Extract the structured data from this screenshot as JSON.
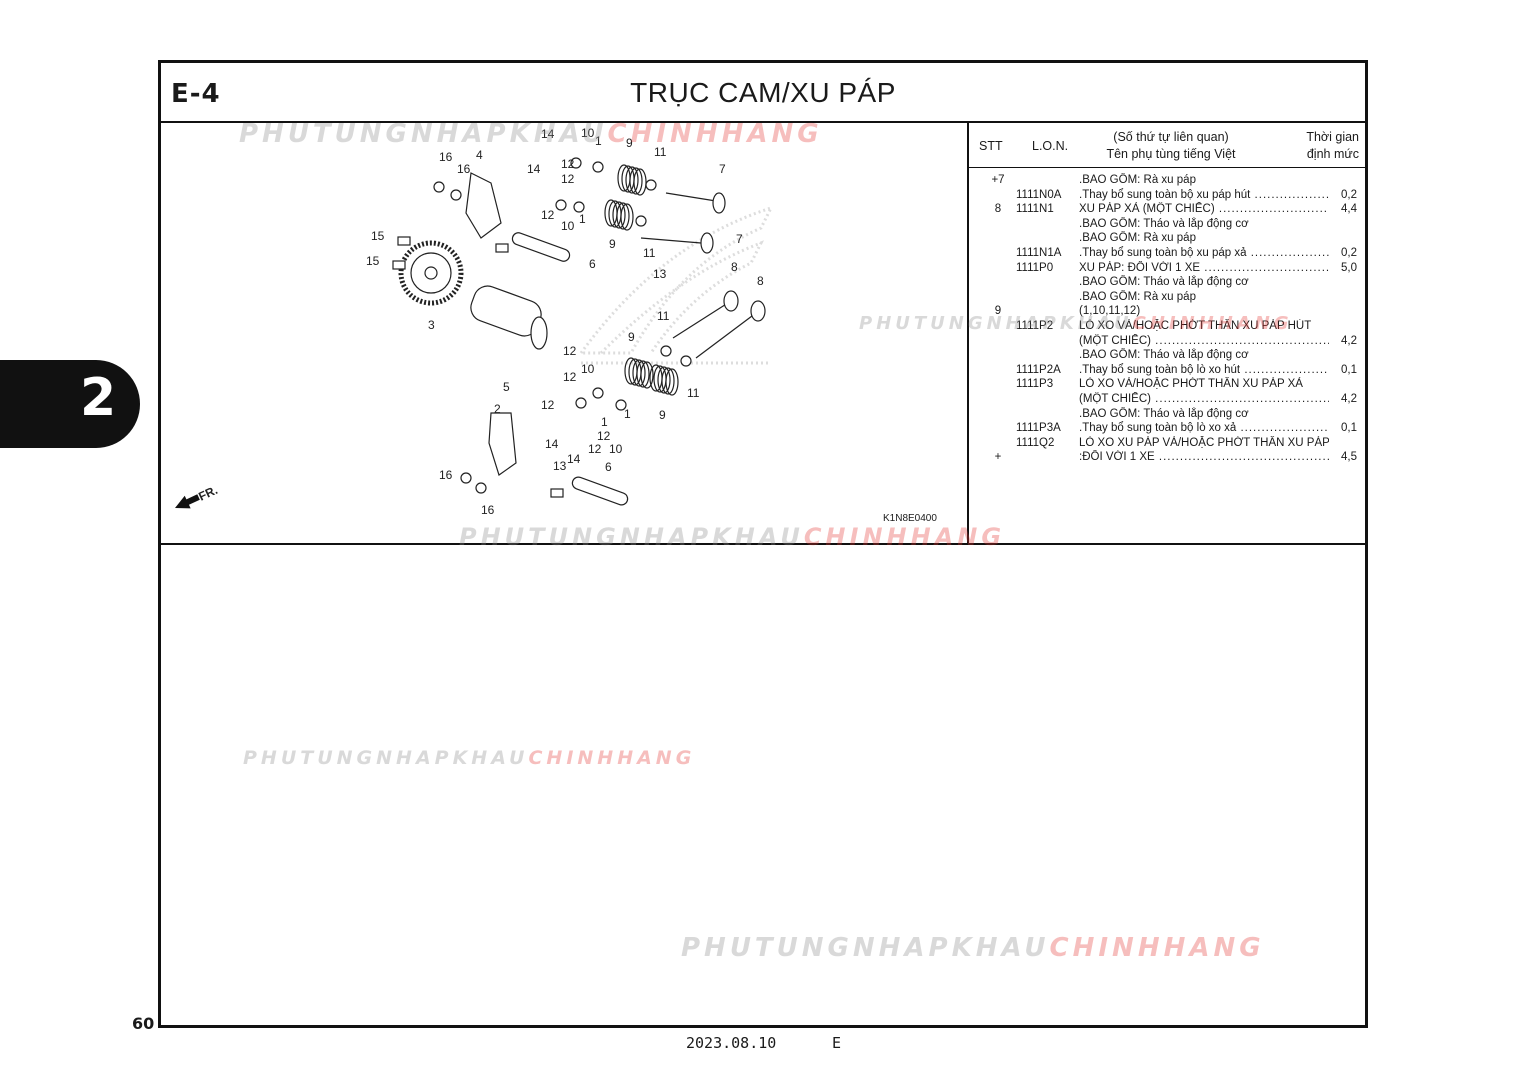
{
  "header": {
    "code": "E-4",
    "title": "TRỤC CAM/XU PÁP"
  },
  "diagram": {
    "drawing_number": "K1N8E0400",
    "front_arrow_label": "FR.",
    "labels": [
      "1",
      "1",
      "1",
      "1",
      "2",
      "3",
      "4",
      "5",
      "6",
      "6",
      "7",
      "7",
      "8",
      "8",
      "9",
      "9",
      "9",
      "9",
      "10",
      "10",
      "10",
      "10",
      "11",
      "11",
      "11",
      "11",
      "12",
      "12",
      "12",
      "12",
      "12",
      "12",
      "12",
      "12",
      "13",
      "13",
      "14",
      "14",
      "14",
      "14",
      "15",
      "15",
      "16",
      "16",
      "16",
      "16"
    ]
  },
  "table": {
    "headers": {
      "stt": "STT",
      "lon": "L.O.N.",
      "mid_line1": "(Số thứ tự liên quan)",
      "mid_line2": "Tên phụ tùng tiếng Việt",
      "time_line1": "Thời gian",
      "time_line2": "định mức"
    },
    "rows": [
      {
        "stt": "+7",
        "lon": "",
        "desc": ".BAO GỒM: Rà xu páp",
        "value": ""
      },
      {
        "stt": "",
        "lon": "1111N0A",
        "desc": ".Thay bổ sung toàn bộ xu páp hút",
        "value": "0,2"
      },
      {
        "stt": "8",
        "lon": "1111N1",
        "desc": "XU PÁP XẢ (MỘT CHIẾC)",
        "value": "4,4"
      },
      {
        "stt": "",
        "lon": "",
        "desc": ".BAO GỒM: Tháo và lắp động cơ",
        "value": ""
      },
      {
        "stt": "",
        "lon": "",
        "desc": ".BAO GỒM: Rà xu páp",
        "value": ""
      },
      {
        "stt": "",
        "lon": "1111N1A",
        "desc": ".Thay bổ sung toàn bộ xu páp xả",
        "value": "0,2"
      },
      {
        "stt": "",
        "lon": "1111P0",
        "desc": "XU PÁP: ĐỐI VỚI 1 XE",
        "value": "5,0"
      },
      {
        "stt": "",
        "lon": "",
        "desc": ".BAO GỒM: Tháo và lắp động cơ",
        "value": ""
      },
      {
        "stt": "",
        "lon": "",
        "desc": ".BAO GỒM: Rà xu páp",
        "value": ""
      },
      {
        "stt": "9",
        "lon": "",
        "desc": "(1,10,11,12)",
        "value": ""
      },
      {
        "stt": "",
        "lon": "1111P2",
        "desc": "LÒ XO VÀ/HOẶC PHỚT THÂN XU PÁP HÚT",
        "value": ""
      },
      {
        "stt": "",
        "lon": "",
        "desc": "(MỘT CHIẾC)",
        "value": "4,2"
      },
      {
        "stt": "",
        "lon": "",
        "desc": ".BAO GỒM: Tháo và lắp động cơ",
        "value": ""
      },
      {
        "stt": "",
        "lon": "1111P2A",
        "desc": ".Thay bổ sung toàn bộ lò xo hút",
        "value": "0,1"
      },
      {
        "stt": "",
        "lon": "1111P3",
        "desc": "LÒ XO VÀ/HOẶC PHỚT THÂN XU PÁP XẢ",
        "value": ""
      },
      {
        "stt": "",
        "lon": "",
        "desc": "(MỘT CHIẾC)",
        "value": "4,2"
      },
      {
        "stt": "",
        "lon": "",
        "desc": ".BAO GỒM: Tháo và lắp động cơ",
        "value": ""
      },
      {
        "stt": "",
        "lon": "1111P3A",
        "desc": ".Thay bổ sung toàn bộ lò xo xả",
        "value": "0,1"
      },
      {
        "stt": "",
        "lon": "1111Q2",
        "desc": "LÒ XO XU PÁP VÀ/HOẶC PHỚT THÂN XU PÁP",
        "value": ""
      },
      {
        "stt": "+",
        "lon": "",
        "desc": ":ĐỐI VỚI 1 XE",
        "value": "4,5"
      }
    ]
  },
  "side_tab": {
    "number": "2"
  },
  "page_number": "60",
  "footer": {
    "date": "2023.08.10",
    "edition": "E"
  },
  "watermark": {
    "part1": "PHUTUNGNHAPKHAU",
    "part2": "CHINHHANG"
  }
}
